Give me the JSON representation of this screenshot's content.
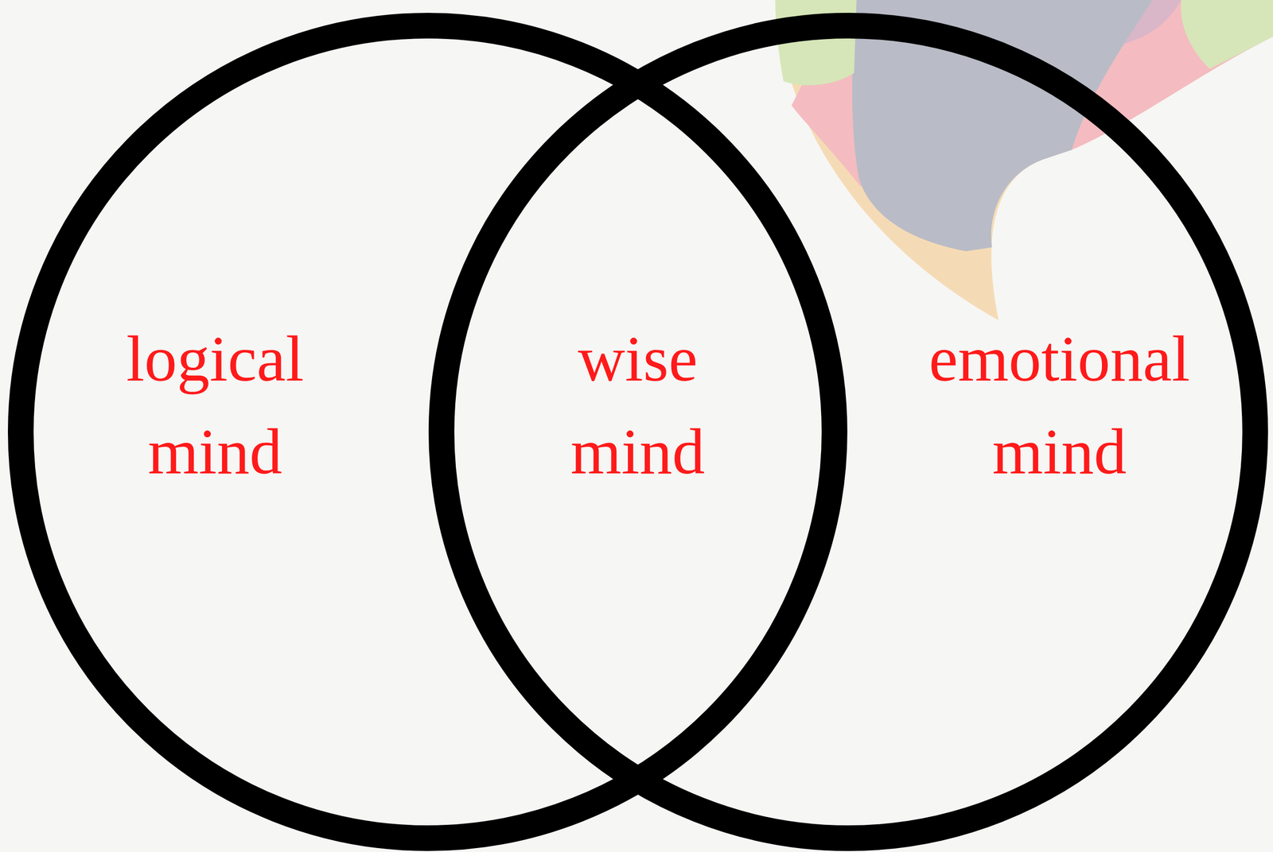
{
  "diagram": {
    "nodes": [
      {
        "text": [
          "logical mind"
        ]
      },
      {
        "text": [
          "wise mind"
        ]
      },
      {
        "text": [
          "emotional mind"
        ]
      }
    ]
  }
}
